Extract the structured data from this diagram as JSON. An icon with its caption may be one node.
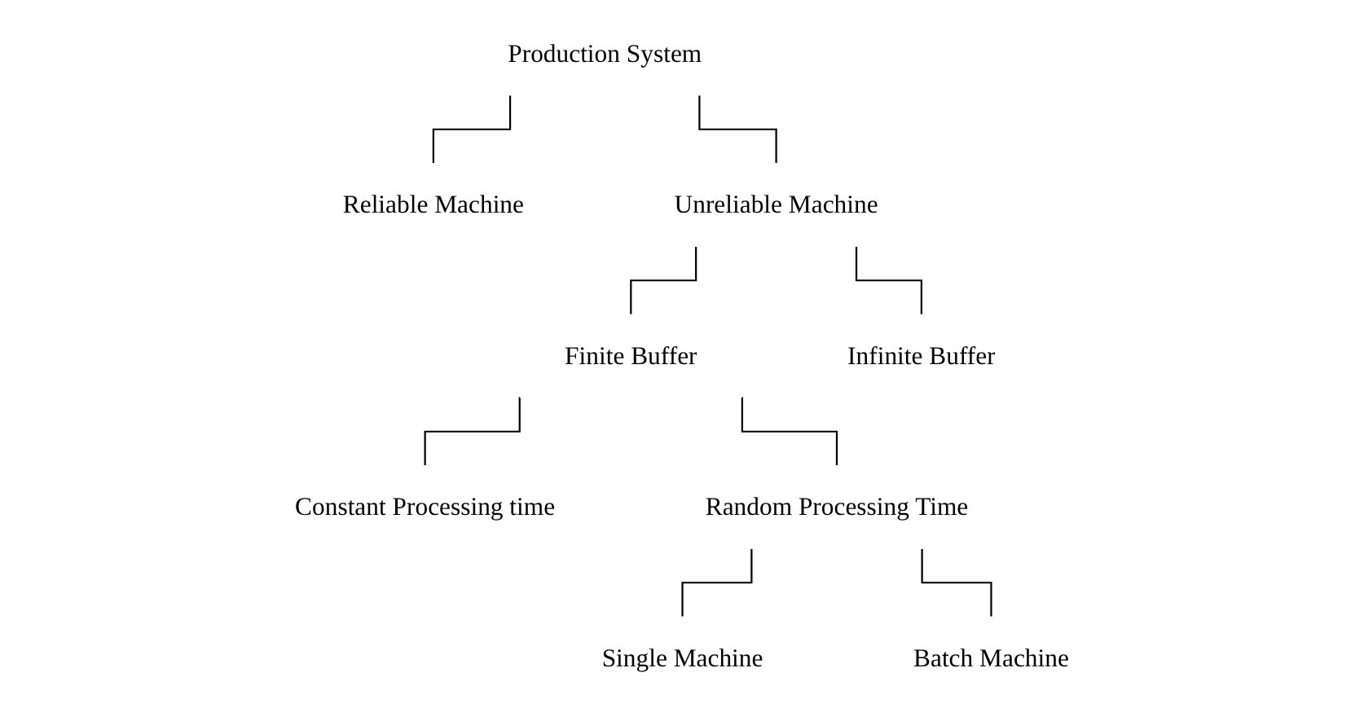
{
  "diagram": {
    "nodes": [
      {
        "text": [
          "Production System"
        ]
      },
      {
        "text": [
          "Reliable Machine"
        ]
      },
      {
        "text": [
          "Unreliable Machine"
        ]
      },
      {
        "text": [
          "Finite Buffer"
        ]
      },
      {
        "text": [
          "Infinite Buffer"
        ]
      },
      {
        "text": [
          "Constant Processing time"
        ]
      },
      {
        "text": [
          "Random Processing Time"
        ]
      },
      {
        "text": [
          "Single Machine"
        ]
      },
      {
        "text": [
          "Batch Machine"
        ]
      }
    ],
    "edges": [
      {
        "from": 0,
        "to": 1,
        "arrow": "none"
      },
      {
        "from": 0,
        "to": 2,
        "arrow": "none"
      },
      {
        "from": 2,
        "to": 3,
        "arrow": "none"
      },
      {
        "from": 2,
        "to": 4,
        "arrow": "none"
      },
      {
        "from": 3,
        "to": 5,
        "arrow": "none"
      },
      {
        "from": 3,
        "to": 6,
        "arrow": "none"
      },
      {
        "from": 6,
        "to": 7,
        "arrow": "none"
      },
      {
        "from": 6,
        "to": 8,
        "arrow": "none"
      }
    ]
  }
}
